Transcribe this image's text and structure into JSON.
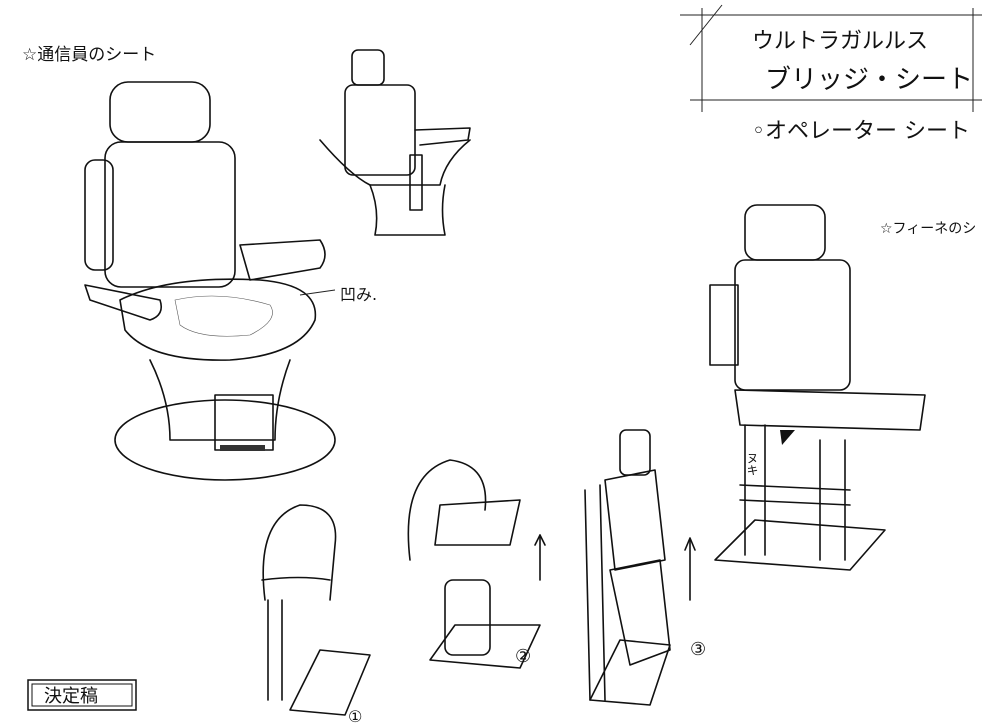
{
  "labels": {
    "comm_seat": "☆通信員のシート",
    "title_line1": "ウルトラガルルス",
    "title_line2": "ブリッジ・シート",
    "operator_seat": "◦オペレーター シート",
    "fine_seat": "☆フィーネのシ",
    "dent_note": "凹み.",
    "final_draft": "決定稿",
    "step1": "①",
    "step2": "②",
    "step3": "③",
    "nuki": "ヌキ"
  }
}
